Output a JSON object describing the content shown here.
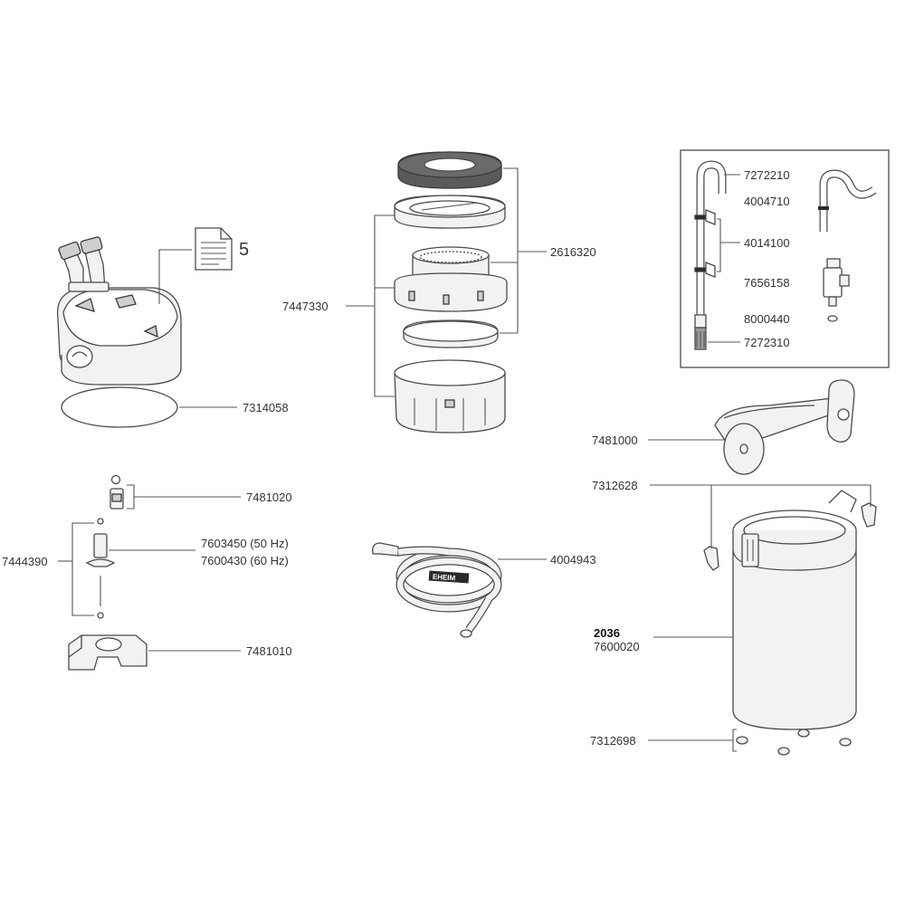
{
  "diagram": {
    "labels": {
      "doc_number": "5",
      "p7314058": "7314058",
      "p7481020": "7481020",
      "p7444390": "7444390",
      "p7603450": "7603450 (50 Hz)",
      "p7600430": "7600430 (60 Hz)",
      "p7481010": "7481010",
      "p7447330": "7447330",
      "p2616320": "2616320",
      "p4004943": "4004943",
      "p7272210": "7272210",
      "p4004710": "4004710",
      "p4014100": "4014100",
      "p7656158": "7656158",
      "p8000440": "8000440",
      "p7272310": "7272310",
      "p7481000": "7481000",
      "p7312628": "7312628",
      "model": "2036",
      "p7600020": "7600020",
      "p7312698": "7312698",
      "hose_brand": "EHEIM"
    },
    "icons": [
      "document-icon"
    ]
  }
}
